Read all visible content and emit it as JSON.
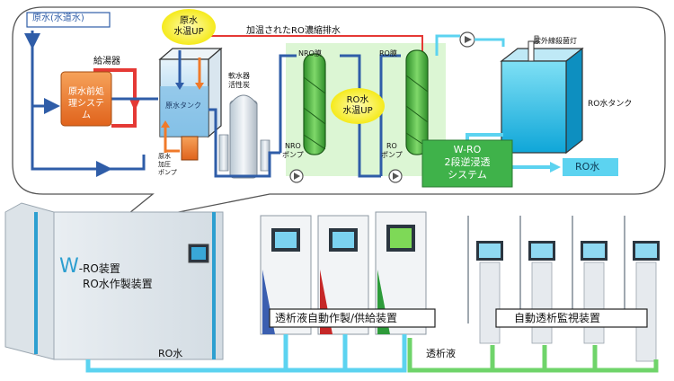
{
  "process": {
    "tap_water": "原水(水道水)",
    "water_heater": "給湯器",
    "pretreatment": "原水前処理システム",
    "source_tank": "原水タンク",
    "pump_raw": "原水\n加圧\nポンプ",
    "softener": "軟水器\n活性炭",
    "raw_temp_up": "原水\n水温UP",
    "heated_drain": "加温されたRO濃縮排水",
    "nro_module": "NRO膜",
    "ro_module": "RO膜",
    "nro_pump": "NRO\nポンプ",
    "ro_pump": "RO\nポンプ",
    "ro_temp_up": "RO水\n水温UP",
    "wro_system": "W-RO\n2段逆浸透\nシステム",
    "uv_lamp": "紫外線殺菌灯",
    "ro_tank": "RO水タンク",
    "ro_water_out": "RO水"
  },
  "equipment": {
    "wro_unit_brand": "W",
    "wro_unit_title": "-RO装置",
    "wro_unit_sub": "RO水作製装置",
    "dialysate_unit": "透析液自動作製/供給装置",
    "monitor_unit": "自動透析監視装置",
    "ro_line": "RO水",
    "dialysate_line": "透析液"
  },
  "colors": {
    "pipe_blue": "#2f5da8",
    "hot_red": "#e53935",
    "accent_orange": "#f07a2a",
    "ro_cyan": "#5cd3f0",
    "dialysate_green": "#6fd46a",
    "system_green": "#3fb24a",
    "highlight_yellow": "#fff34a"
  }
}
